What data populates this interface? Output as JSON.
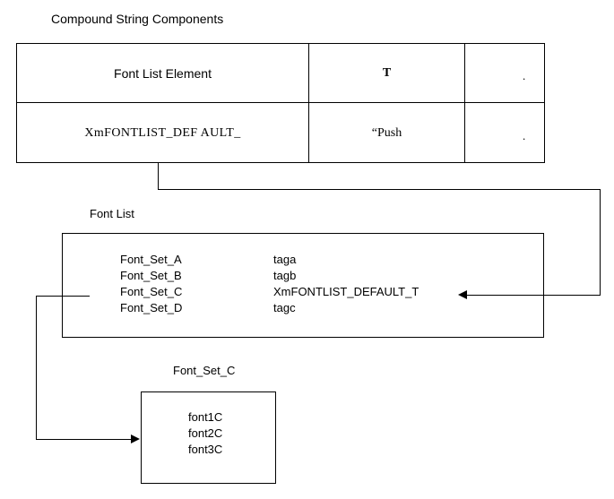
{
  "diagram": {
    "title": "Compound String Components"
  },
  "table": {
    "rows": [
      {
        "component": "Font List Element",
        "value": "T",
        "trailing": "."
      },
      {
        "component": "XmFONTLIST_DEF AULT_",
        "value": "“Push",
        "trailing": "."
      }
    ]
  },
  "font_list": {
    "label": "Font List",
    "entries": [
      {
        "name": "Font_Set_A",
        "tag": "taga"
      },
      {
        "name": "Font_Set_B",
        "tag": "tagb"
      },
      {
        "name": "Font_Set_C",
        "tag": "XmFONTLIST_DEFAULT_T"
      },
      {
        "name": "Font_Set_D",
        "tag": "tagc"
      }
    ]
  },
  "font_set": {
    "label": "Font_Set_C",
    "fonts": [
      "font1C",
      "font2C",
      "font3C"
    ]
  },
  "colors": {
    "stroke": "#000000",
    "background": "#ffffff"
  }
}
